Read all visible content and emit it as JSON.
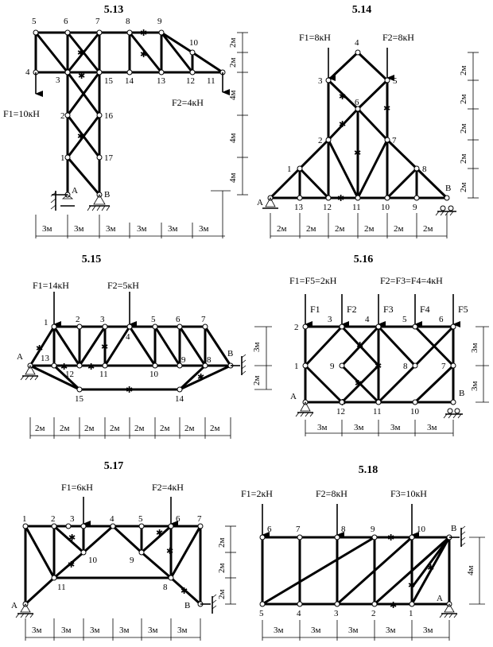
{
  "problems": {
    "p513": {
      "title": "5.13",
      "forces": [
        "F1=10кН",
        "F2=4кН"
      ],
      "nodes": [
        "1",
        "2",
        "3",
        "4",
        "5",
        "6",
        "7",
        "8",
        "9",
        "10",
        "11",
        "12",
        "13",
        "14",
        "15",
        "16",
        "17",
        "A",
        "B"
      ],
      "dims_h": [
        "3м",
        "3м",
        "3м",
        "3м",
        "3м",
        "3м"
      ],
      "dims_v": [
        "2м",
        "2м",
        "4м",
        "4м",
        "4м"
      ]
    },
    "p514": {
      "title": "5.14",
      "forces": [
        "F1=8кН",
        "F2=8кН"
      ],
      "nodes": [
        "1",
        "2",
        "3",
        "4",
        "5",
        "6",
        "7",
        "8",
        "9",
        "10",
        "11",
        "12",
        "13",
        "A",
        "B"
      ],
      "dims_h": [
        "2м",
        "2м",
        "2м",
        "2м",
        "2м",
        "2м"
      ],
      "dims_v": [
        "2м",
        "2м",
        "2м",
        "2м",
        "2м"
      ]
    },
    "p515": {
      "title": "5.15",
      "forces": [
        "F1=14кН",
        "F2=5кН"
      ],
      "nodes": [
        "1",
        "2",
        "3",
        "4",
        "5",
        "6",
        "7",
        "8",
        "9",
        "10",
        "11",
        "12",
        "13",
        "14",
        "15",
        "A",
        "B"
      ],
      "dims_h": [
        "2м",
        "2м",
        "2м",
        "2м",
        "2м",
        "2м",
        "2м",
        "2м"
      ],
      "dims_v": [
        "3м",
        "2м"
      ]
    },
    "p516": {
      "title": "5.16",
      "forces": [
        "F1=F5=2кН",
        "F2=F3=F4=4кН"
      ],
      "force_labels": [
        "F1",
        "F2",
        "F3",
        "F4",
        "F5"
      ],
      "nodes": [
        "1",
        "2",
        "3",
        "4",
        "5",
        "6",
        "7",
        "8",
        "9",
        "10",
        "11",
        "12",
        "A",
        "B"
      ],
      "dims_h": [
        "3м",
        "3м",
        "3м",
        "3м"
      ],
      "dims_v": [
        "3м",
        "3м"
      ]
    },
    "p517": {
      "title": "5.17",
      "forces": [
        "F1=6кН",
        "F2=4кН"
      ],
      "nodes": [
        "1",
        "2",
        "3",
        "4",
        "5",
        "6",
        "7",
        "8",
        "9",
        "10",
        "11",
        "A",
        "B"
      ],
      "dims_h": [
        "3м",
        "3м",
        "3м",
        "3м",
        "3м",
        "3м"
      ],
      "dims_v": [
        "2м",
        "2м",
        "2м"
      ]
    },
    "p518": {
      "title": "5.18",
      "forces": [
        "F1=2кН",
        "F2=8кН",
        "F3=10кН"
      ],
      "nodes": [
        "1",
        "2",
        "3",
        "4",
        "5",
        "6",
        "7",
        "8",
        "9",
        "10",
        "A",
        "B"
      ],
      "dims_h": [
        "3м",
        "3м",
        "3м",
        "3м",
        "3м"
      ],
      "dims_v": [
        "4м"
      ]
    }
  }
}
